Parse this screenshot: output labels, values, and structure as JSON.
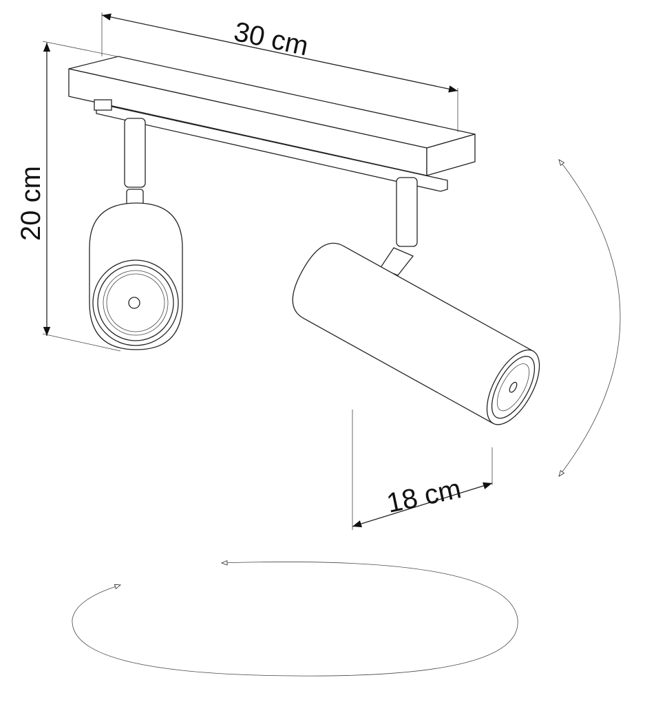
{
  "dimensions": {
    "width_label": "30 cm",
    "height_label": "20 cm",
    "spot_length_label": "18 cm"
  },
  "colors": {
    "line": "#222222",
    "background": "#ffffff"
  }
}
